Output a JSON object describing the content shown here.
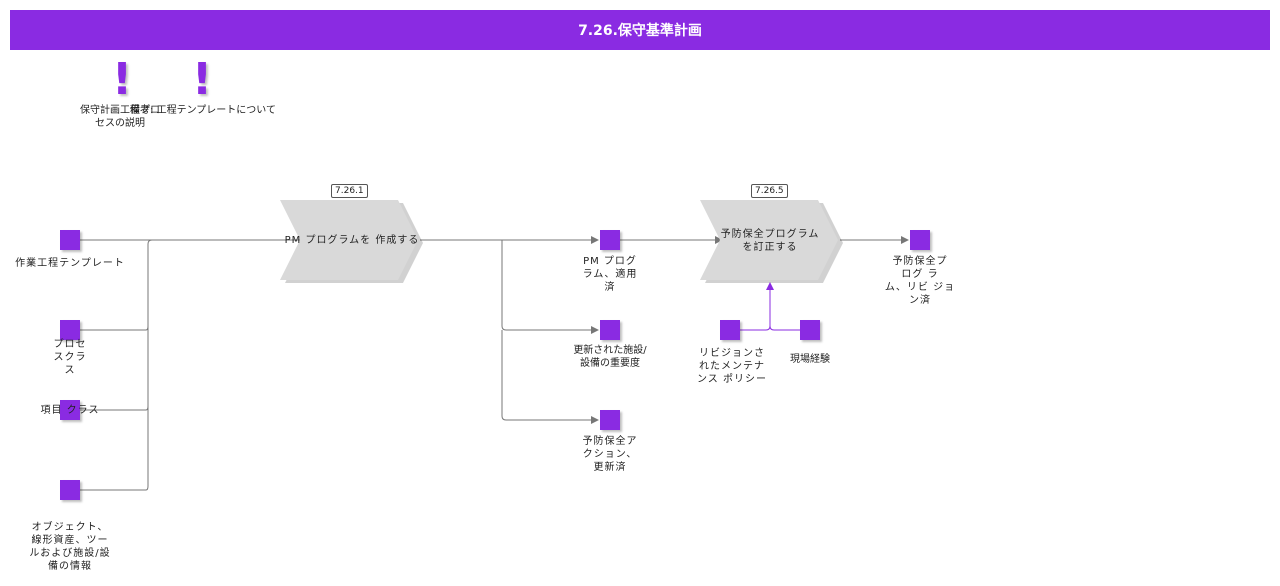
{
  "title": "7.26.保守基準計画",
  "notes": [
    {
      "label": "保守計画工程プロ\nセスの説明"
    },
    {
      "label": "備考: 工程テンプレートについて"
    }
  ],
  "processes": [
    {
      "id": "7.26.1",
      "label": "PM プログラムを 作成する"
    },
    {
      "id": "7.26.5",
      "label": "予防保全プログラム\nを訂正する"
    }
  ],
  "inputs": [
    {
      "label": "作業工程テンプレート"
    },
    {
      "label": "プロセ\nスクラ\nス"
    },
    {
      "label": "項目 クラス"
    },
    {
      "label": "オブジェクト、\n線形資産、ツー\nルおよび施設/設\n備の情報"
    }
  ],
  "outputs": [
    {
      "label": "PM プログ\nラム、適用\n済"
    },
    {
      "label": "更新された施設/\n設備の重要度"
    },
    {
      "label": "予防保全ア\nクション、\n更新済"
    },
    {
      "label": "リビジョンさ\nれたメンテナ\nンス ポリシー"
    },
    {
      "label": "現場経験"
    },
    {
      "label": "予防保全プ\nログ ラ\nム、リビ ジョ\nン済"
    }
  ],
  "colors": {
    "accent": "#8a2be2",
    "process": "#d9d9d9",
    "line": "#777777"
  }
}
